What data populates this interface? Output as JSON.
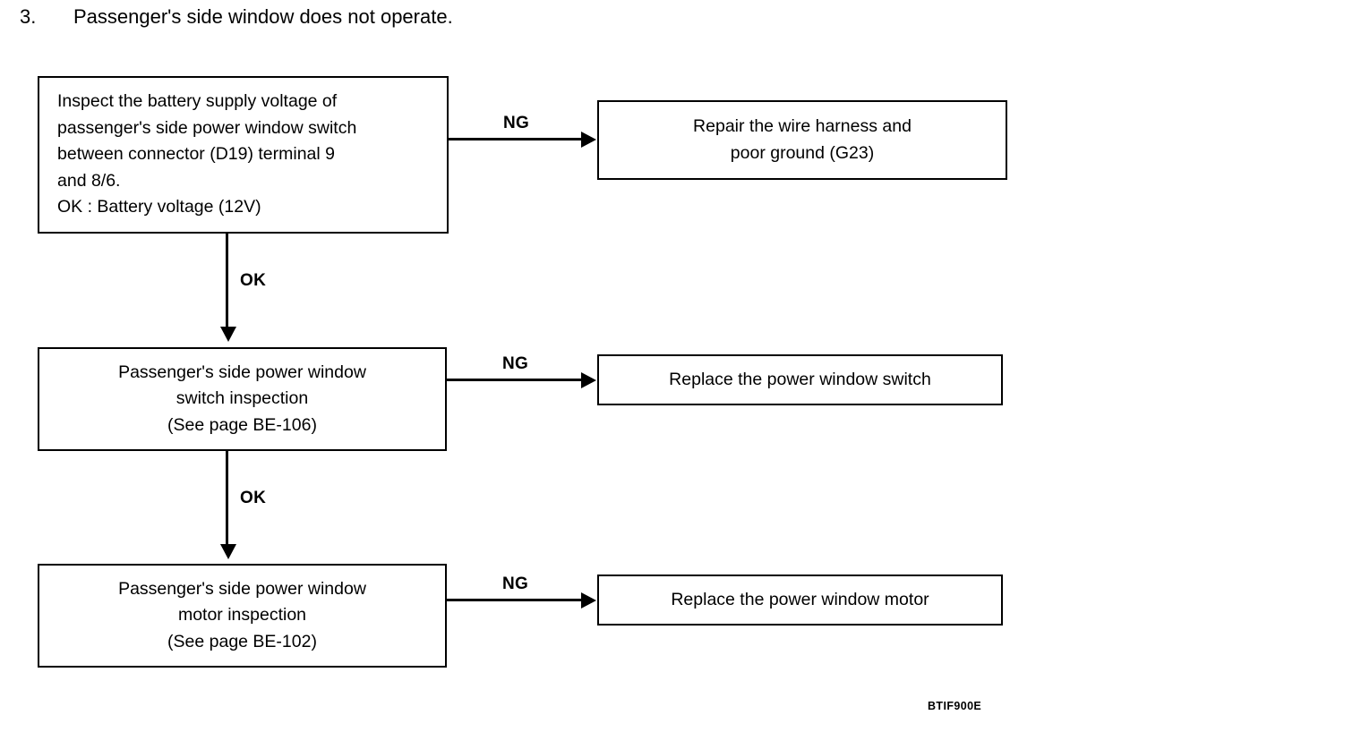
{
  "heading": {
    "number": "3.",
    "text": "Passenger's side window does not operate."
  },
  "flow": {
    "boxes": [
      {
        "id": "inspect-battery",
        "lines": [
          "Inspect the battery supply voltage of",
          "passenger's side power window switch",
          "between connector (D19) terminal 9",
          "and 8/6.",
          "OK : Battery voltage (12V)"
        ]
      },
      {
        "id": "repair-harness",
        "lines": [
          "Repair the wire harness and",
          "poor ground (G23)"
        ]
      },
      {
        "id": "switch-inspect",
        "lines": [
          "Passenger's side power window",
          "switch inspection",
          "(See page BE-106)"
        ]
      },
      {
        "id": "replace-switch",
        "lines": [
          "Replace the power window switch"
        ]
      },
      {
        "id": "motor-inspect",
        "lines": [
          "Passenger's side power window",
          "motor inspection",
          "(See page BE-102)"
        ]
      },
      {
        "id": "replace-motor",
        "lines": [
          "Replace the power window motor"
        ]
      }
    ],
    "edge_labels": {
      "ng_1": "NG",
      "ng_2": "NG",
      "ng_3": "NG",
      "ok_1": "OK",
      "ok_2": "OK"
    }
  },
  "footer": {
    "figure_code": "BTIF900E"
  },
  "colors": {
    "ink": "#000000",
    "background": "#ffffff"
  }
}
